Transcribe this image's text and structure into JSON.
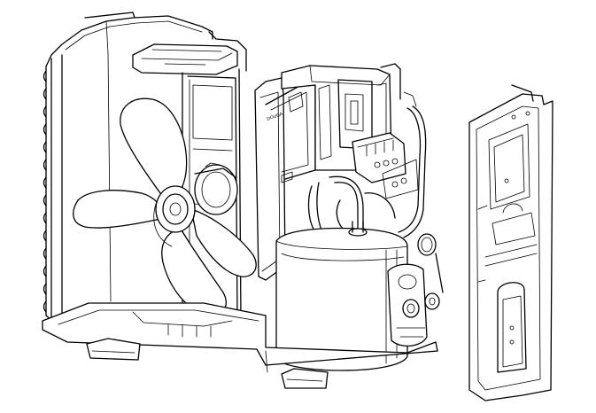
{
  "diagram": {
    "components": [
      {
        "id": "condenser-coil",
        "kind": "heat-exchanger"
      },
      {
        "id": "fan-blade",
        "kind": "propeller-fan"
      },
      {
        "id": "fan-motor",
        "kind": "motor"
      },
      {
        "id": "motor-bracket",
        "kind": "bracket"
      },
      {
        "id": "partition-plate",
        "kind": "sheet-metal"
      },
      {
        "id": "electrical-box",
        "kind": "control-box"
      },
      {
        "id": "terminal-block",
        "kind": "connector"
      },
      {
        "id": "compressor",
        "kind": "compressor"
      },
      {
        "id": "refrigerant-piping",
        "kind": "piping"
      },
      {
        "id": "service-valves",
        "kind": "valve"
      },
      {
        "id": "base-pan",
        "kind": "base"
      },
      {
        "id": "side-panel",
        "kind": "panel"
      }
    ],
    "labels": {
      "partition_marking": "DOUGA"
    }
  }
}
